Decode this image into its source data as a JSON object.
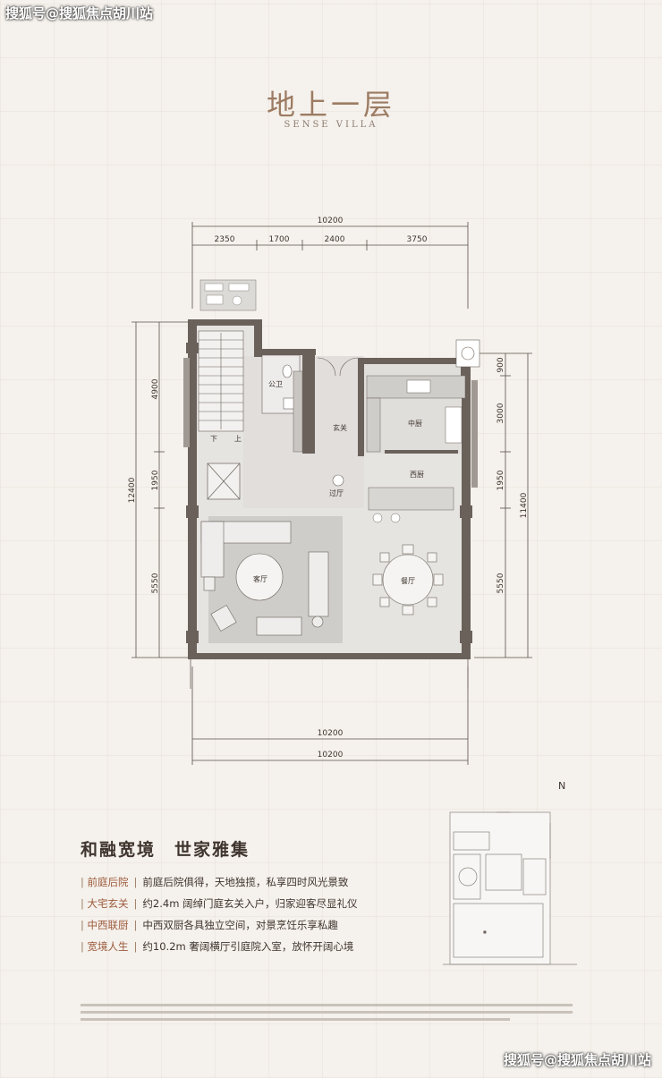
{
  "watermark_top": "搜狐号@搜狐焦点胡川站",
  "watermark_bottom": "搜狐号@搜狐焦点胡川站",
  "title": "地上一层",
  "subtitle": "SENSE VILLA",
  "dimensions": {
    "top_total": "10200",
    "top_segments": [
      "2350",
      "1700",
      "2400",
      "3750"
    ],
    "left_total": "12400",
    "left_segments": [
      "4900",
      "1950",
      "5550"
    ],
    "right_total": "11400",
    "right_segments": [
      "900",
      "3000",
      "1950",
      "5550"
    ],
    "bottom_1": "10200",
    "bottom_2": "10200"
  },
  "rooms": {
    "public_wc": "公卫",
    "entry": "玄关",
    "chinese_kitchen": "中厨",
    "western_kitchen": "西厨",
    "hall": "过厅",
    "living": "客厅",
    "dining": "餐厅",
    "stair_down": "下",
    "stair_up": "上"
  },
  "compass": "N",
  "heading": "和融宽境　世家雅集",
  "features": [
    {
      "label": "前庭后院",
      "text": "前庭后院俱得，天地独揽，私享四时风光景致"
    },
    {
      "label": "大宅玄关",
      "text": "约2.4m 阔绰门庭玄关入户，归家迎客尽显礼仪"
    },
    {
      "label": "中西联厨",
      "text": "中西双厨各具独立空间，对景烹饪乐享私趣"
    },
    {
      "label": "宽境人生",
      "text": "约10.2m 奢阔横厅引庭院入室，放怀开阔心境"
    }
  ],
  "colors": {
    "accent": "#9c7b62",
    "wall": "#6b615b",
    "floor": "#e4e2df"
  }
}
